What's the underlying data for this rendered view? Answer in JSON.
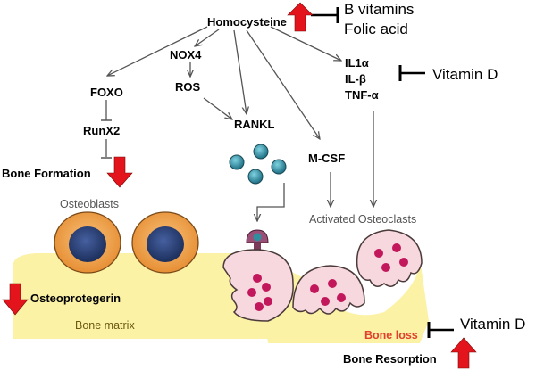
{
  "nodes": {
    "homocysteine": "Homocysteine",
    "b_vitamins": "B vitamins",
    "folic_acid": "Folic acid",
    "nox4": "NOX4",
    "ros": "ROS",
    "foxo": "FOXO",
    "runx2": "RunX2",
    "rankl": "RANKL",
    "mcsf": "M-CSF",
    "il1a": "IL1α",
    "ilb": "IL-β",
    "tnfa": "TNF-α",
    "vitamin_d_top": "Vitamin D",
    "bone_formation": "Bone Formation",
    "osteoblasts": "Osteoblasts",
    "activated_osteoclasts": "Activated Osteoclasts",
    "osteoprotegerin": "Osteoprotegerin",
    "bone_matrix": "Bone matrix",
    "bone_loss": "Bone loss",
    "vitamin_d_bottom": "Vitamin D",
    "bone_resorption": "Bone Resorption"
  },
  "colors": {
    "arrow_red": "#e3141b",
    "bone_matrix": "#fbf2a6",
    "cell_orange": "#f2a24a",
    "nucleus_blue": "#27407a",
    "osteoclast_pink": "#f6d8de",
    "granule_red": "#c2185b",
    "ligand_teal": "#3aa6b9"
  }
}
